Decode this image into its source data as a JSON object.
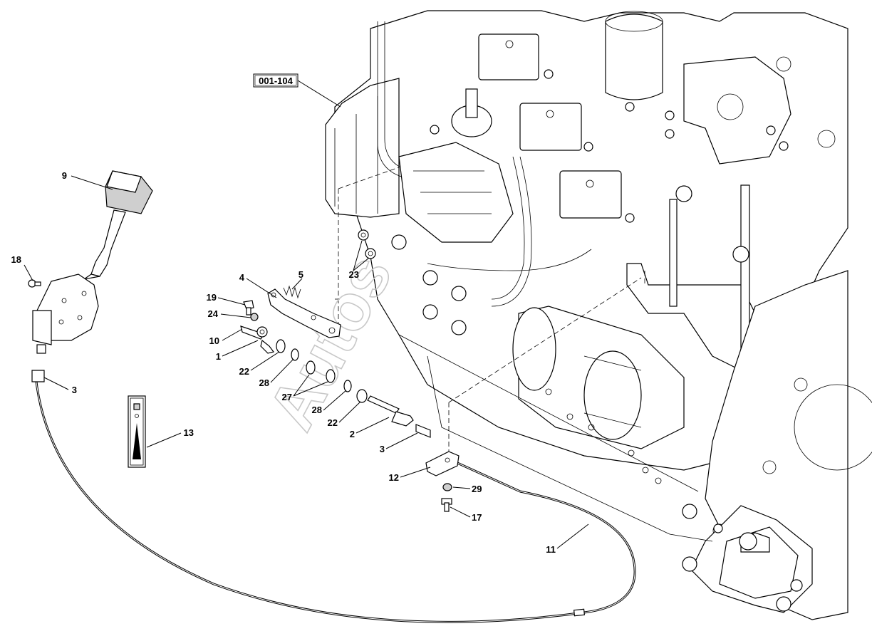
{
  "reference_box": "001-104",
  "watermark": "Autos",
  "callouts": [
    {
      "id": "c9",
      "text": "9"
    },
    {
      "id": "c18",
      "text": "18"
    },
    {
      "id": "c3a",
      "text": "3"
    },
    {
      "id": "c13",
      "text": "13"
    },
    {
      "id": "c4",
      "text": "4"
    },
    {
      "id": "c5",
      "text": "5"
    },
    {
      "id": "c19",
      "text": "19"
    },
    {
      "id": "c24",
      "text": "24"
    },
    {
      "id": "c10",
      "text": "10"
    },
    {
      "id": "c1",
      "text": "1"
    },
    {
      "id": "c22a",
      "text": "22"
    },
    {
      "id": "c28a",
      "text": "28"
    },
    {
      "id": "c27",
      "text": "27"
    },
    {
      "id": "c28b",
      "text": "28"
    },
    {
      "id": "c22b",
      "text": "22"
    },
    {
      "id": "c2",
      "text": "2"
    },
    {
      "id": "c3b",
      "text": "3"
    },
    {
      "id": "c12",
      "text": "12"
    },
    {
      "id": "c29",
      "text": "29"
    },
    {
      "id": "c17",
      "text": "17"
    },
    {
      "id": "c11",
      "text": "11"
    },
    {
      "id": "c23",
      "text": "23"
    }
  ]
}
